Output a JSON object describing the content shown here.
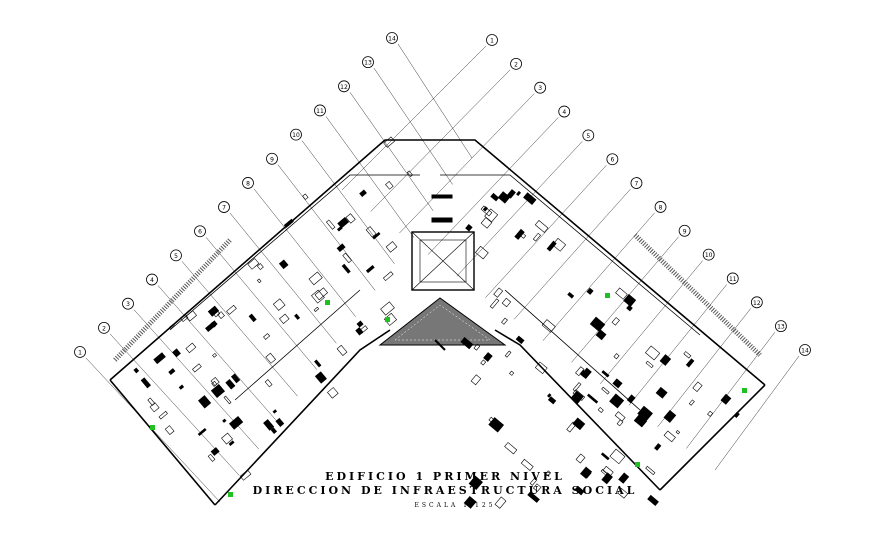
{
  "drawing": {
    "title_line_1": "EDIFICIO 1 PRIMER NIVEL",
    "title_line_2": "DIRECCION DE INFRAESTRUCTURA SOCIAL",
    "scale_label": "ESCALA 1:125",
    "left_wing_axis_labels": [
      "1",
      "2",
      "3",
      "4",
      "5",
      "6",
      "7",
      "8",
      "9",
      "10",
      "11",
      "12",
      "13",
      "14"
    ],
    "right_wing_axis_labels": [
      "1",
      "2",
      "3",
      "4",
      "5",
      "6",
      "7",
      "8",
      "9",
      "10",
      "11",
      "12",
      "13",
      "14"
    ]
  }
}
